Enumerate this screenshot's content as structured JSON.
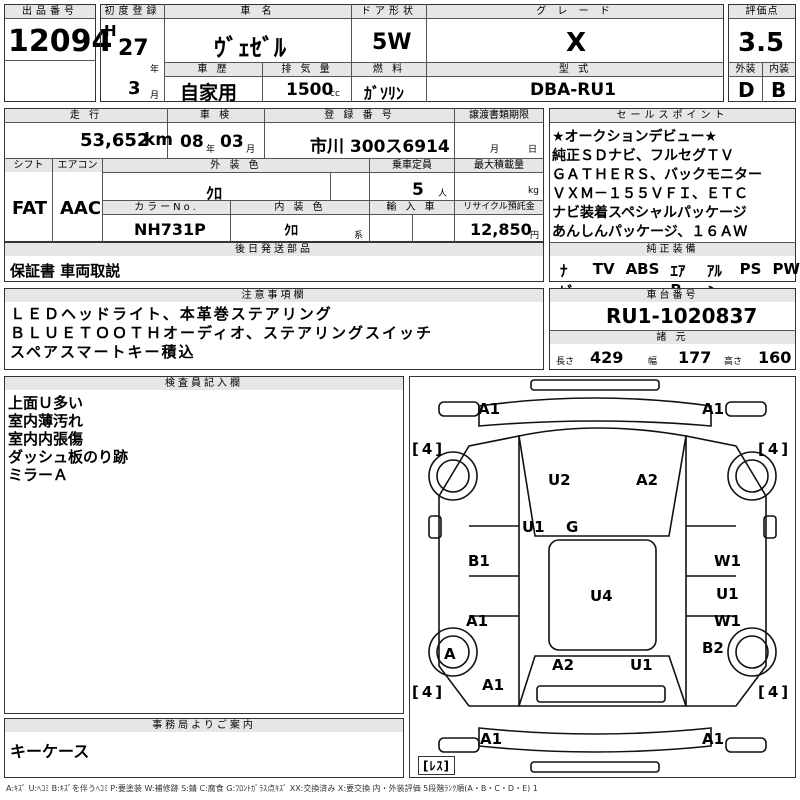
{
  "header": {
    "lot_label": "出品番号",
    "lot_value": "12094",
    "first_reg_label": "初度登録",
    "era": "H",
    "year": "27",
    "year_unit": "年",
    "month": "3",
    "month_unit": "月",
    "car_name_label": "車 名",
    "car_name": "ｳﾞｪｾﾞﾙ",
    "door_label": "ドア形状",
    "door": "5W",
    "grade_label": "グ レ ー ド",
    "grade": "X",
    "score_label": "評価点",
    "score": "3.5",
    "history_label": "車 歴",
    "history": "自家用",
    "displacement_label": "排 気 量",
    "displacement": "1500",
    "displacement_unit": "cc",
    "fuel_label": "燃 料",
    "fuel": "ｶﾞｿﾘﾝ",
    "model_label": "型 式",
    "model": "DBA-RU1",
    "exterior_label": "外装",
    "exterior": "D",
    "interior_label": "内装",
    "interior": "B"
  },
  "row2": {
    "mileage_label": "走 行",
    "mileage": "53,652",
    "mileage_unit": "km",
    "inspection_label": "車 検",
    "insp_year": "08",
    "insp_year_unit": "年",
    "insp_month": "03",
    "insp_month_unit": "月",
    "plate_label": "登 録 番 号",
    "plate": "市川 300ス6914",
    "transfer_label": "譲渡書類期限",
    "transfer_month_unit": "月",
    "transfer_day_unit": "日",
    "shift_label": "シフト",
    "shift": "FAT",
    "aircon_label": "エアコン",
    "aircon": "AAC",
    "color_label": "外 装 色",
    "color": "ｸﾛ",
    "capacity_label": "乗車定員",
    "capacity": "5",
    "capacity_unit": "人",
    "load_label": "最大積載量",
    "load_unit": "kg",
    "color_no_label": "カラーNo.",
    "color_no": "NH731P",
    "int_color_label": "内 装 色",
    "int_color": "ｸﾛ",
    "int_color_unit": "系",
    "import_label": "輸 入 車",
    "recycle_label": "リサイクル預託金",
    "recycle": "12,850",
    "recycle_unit": "円"
  },
  "sales_points": {
    "title": "セールスポイント",
    "lines": [
      "★オークションデビュー★",
      "純正ＳＤナビ、フルセグＴＶ",
      "ＧＡＴＨＥＲＳ、バックモニター",
      "ＶＸＭ－１５５ＶＦＩ、ＥＴＣ",
      "ナビ装着スペシャルパッケージ",
      "あんしんパッケージ、１６ＡＷ"
    ]
  },
  "later_parts": {
    "title": "後日発送部品",
    "text": "保証書 車両取説"
  },
  "equipment": {
    "title": "純正装備",
    "items": [
      "ﾅﾋﾞ",
      "TV",
      "ABS",
      "ｴｱB",
      "ｱﾙﾐ",
      "PS",
      "PW"
    ]
  },
  "notes": {
    "title": "注意事項欄",
    "lines": [
      "ＬＥＤヘッドライト、本革巻ステアリング",
      "ＢＬＵＥＴＯＯＴＨオーディオ、ステアリングスイッチ",
      "スペアスマートキー積込"
    ]
  },
  "chassis": {
    "title": "車台番号",
    "number": "RU1-1020837",
    "dims_title": "諸 元",
    "length_label": "長さ",
    "length": "429",
    "width_label": "幅",
    "width": "177",
    "height_label": "高さ",
    "height": "160"
  },
  "inspector": {
    "title": "検査員記入欄",
    "lines": [
      "上面Ｕ多い",
      "室内薄汚れ",
      "室内内張傷",
      "ダッシュ板のり跡",
      "ミラーＡ"
    ]
  },
  "office": {
    "title": "事務局よりご案内",
    "text": "キーケース"
  },
  "diagram": {
    "marks": [
      "A1",
      "A1",
      "4",
      "4",
      "U2",
      "A2",
      "U1",
      "G",
      "B1",
      "W1",
      "U4",
      "A1",
      "U1",
      "W1",
      "A",
      "B2",
      "A2",
      "U1",
      "A1",
      "4",
      "4",
      "A1",
      "A1",
      "ﾚｽ"
    ]
  },
  "legend": "A:ｷｽﾞ U:ﾍｺﾐ B:ｷｽﾞを伴うﾍｺﾐ P:要塗装 W:補修跡 S:錆 C:腐食 G:ﾌﾛﾝﾄｶﾞﾗｽ点ｷｽﾞ XX:交換済み X:要交換 内・外装評価 5段階ﾗﾝｸ順(A・B・C・D・E) 1"
}
